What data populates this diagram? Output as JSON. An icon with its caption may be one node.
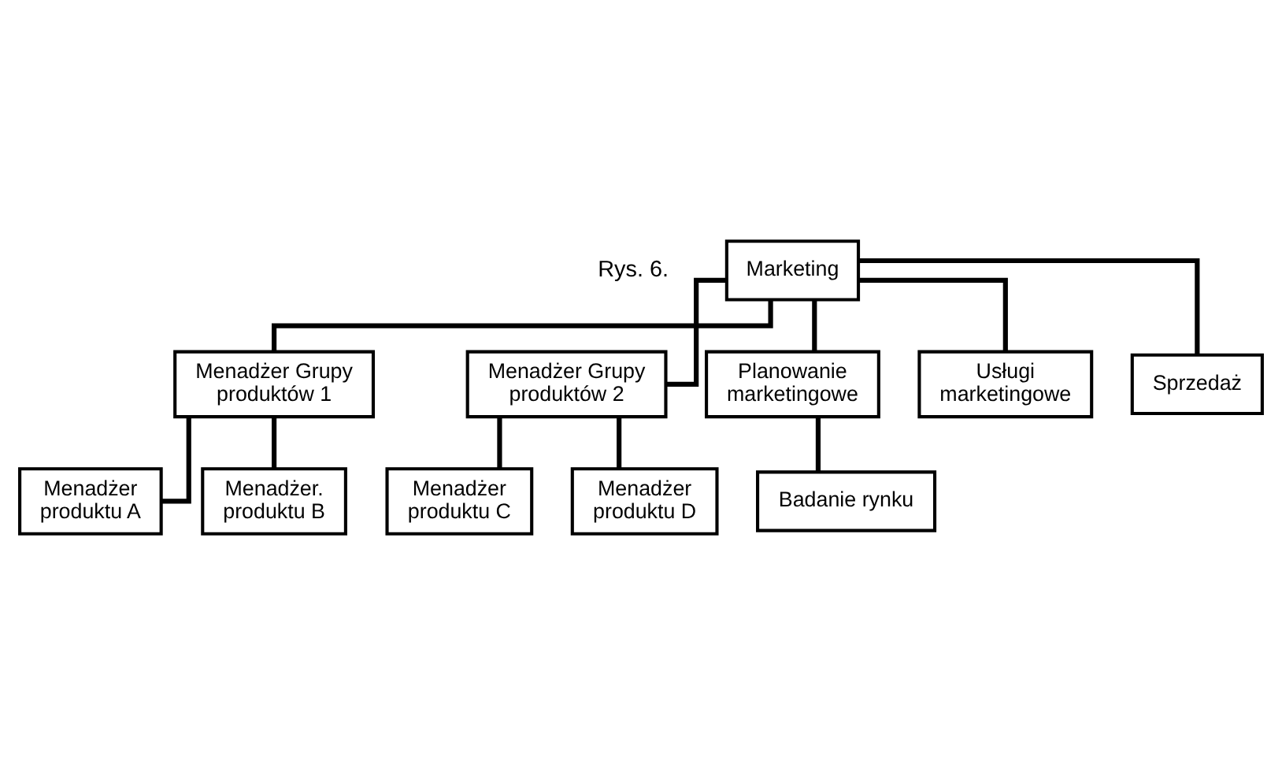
{
  "diagram": {
    "nodes": [
      {
        "text": [
          "Marketing"
        ]
      },
      {
        "text": [
          "Menadżer Grupy produktów 1"
        ]
      },
      {
        "text": [
          "Menadżer Grupy produktów 2"
        ]
      },
      {
        "text": [
          "Planowanie marketingowe"
        ]
      },
      {
        "text": [
          "Usługi marketingowe"
        ]
      },
      {
        "text": [
          "Sprzedaż"
        ]
      },
      {
        "text": [
          "Menadżer produktu A"
        ]
      },
      {
        "text": [
          "Menadżer produktu C"
        ]
      },
      {
        "text": [
          "Badanie rynku"
        ]
      },
      {
        "text": [
          "Menadżer. produktu B"
        ]
      },
      {
        "text": [
          "Menadżer produktu D"
        ]
      }
    ],
    "edges": [
      {
        "from": 0,
        "to": 1,
        "arrow": "none"
      },
      {
        "from": 0,
        "to": 2,
        "arrow": "none"
      },
      {
        "from": 0,
        "to": 3,
        "arrow": "none"
      },
      {
        "from": 0,
        "to": 4,
        "arrow": "none"
      },
      {
        "from": 0,
        "to": 5,
        "arrow": "none"
      },
      {
        "from": 1,
        "to": 6,
        "arrow": "none"
      },
      {
        "from": 1,
        "to": 9,
        "arrow": "none"
      },
      {
        "from": 2,
        "to": 7,
        "arrow": "none"
      },
      {
        "from": 2,
        "to": 10,
        "arrow": "none"
      },
      {
        "from": 3,
        "to": 8,
        "arrow": "none"
      }
    ],
    "labels": [
      "Rys. 6."
    ]
  }
}
